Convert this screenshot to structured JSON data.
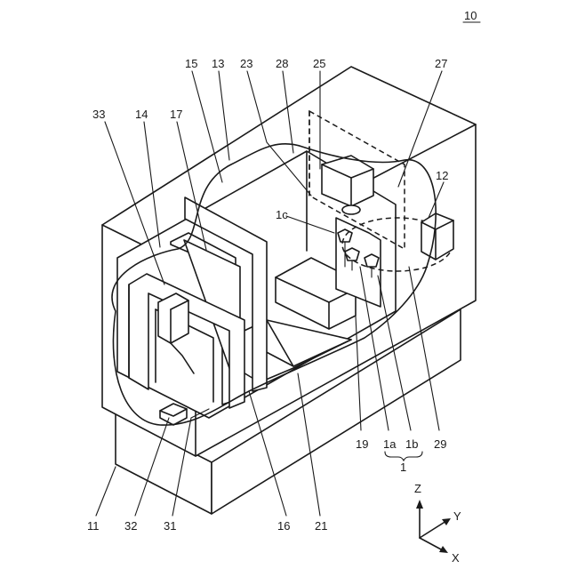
{
  "figure_number": "10",
  "callouts": [
    {
      "id": "11",
      "text": "11"
    },
    {
      "id": "12",
      "text": "12"
    },
    {
      "id": "13",
      "text": "13"
    },
    {
      "id": "14",
      "text": "14"
    },
    {
      "id": "15",
      "text": "15"
    },
    {
      "id": "16",
      "text": "16"
    },
    {
      "id": "17",
      "text": "17"
    },
    {
      "id": "19",
      "text": "19"
    },
    {
      "id": "21",
      "text": "21"
    },
    {
      "id": "23",
      "text": "23"
    },
    {
      "id": "25",
      "text": "25"
    },
    {
      "id": "27",
      "text": "27"
    },
    {
      "id": "28",
      "text": "28"
    },
    {
      "id": "29",
      "text": "29"
    },
    {
      "id": "31",
      "text": "31"
    },
    {
      "id": "32",
      "text": "32"
    },
    {
      "id": "33",
      "text": "33"
    },
    {
      "id": "1",
      "text": "1"
    },
    {
      "id": "1a",
      "text": "1a"
    },
    {
      "id": "1b",
      "text": "1b"
    },
    {
      "id": "1c",
      "text": "1c"
    }
  ],
  "axes": {
    "z": "Z",
    "y": "Y",
    "x": "X"
  }
}
